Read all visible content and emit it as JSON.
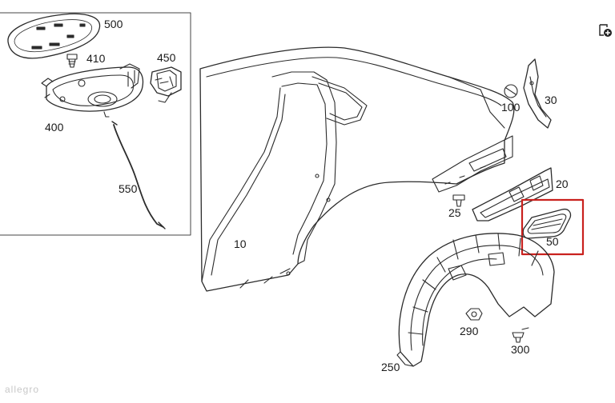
{
  "labels": {
    "p500": "500",
    "p410": "410",
    "p450": "450",
    "p400": "400",
    "p550": "550",
    "p10": "10",
    "p100": "100",
    "p30": "30",
    "p20": "20",
    "p25": "25",
    "p50": "50",
    "p290": "290",
    "p300": "300",
    "p250": "250"
  },
  "watermark": "allegro",
  "icons": {
    "add_to_list": "add-to-list-icon"
  },
  "colors": {
    "line": "#2b2b2b",
    "highlight": "#c9211e",
    "inset_border": "#444444",
    "watermark": "#c8c8c8"
  }
}
